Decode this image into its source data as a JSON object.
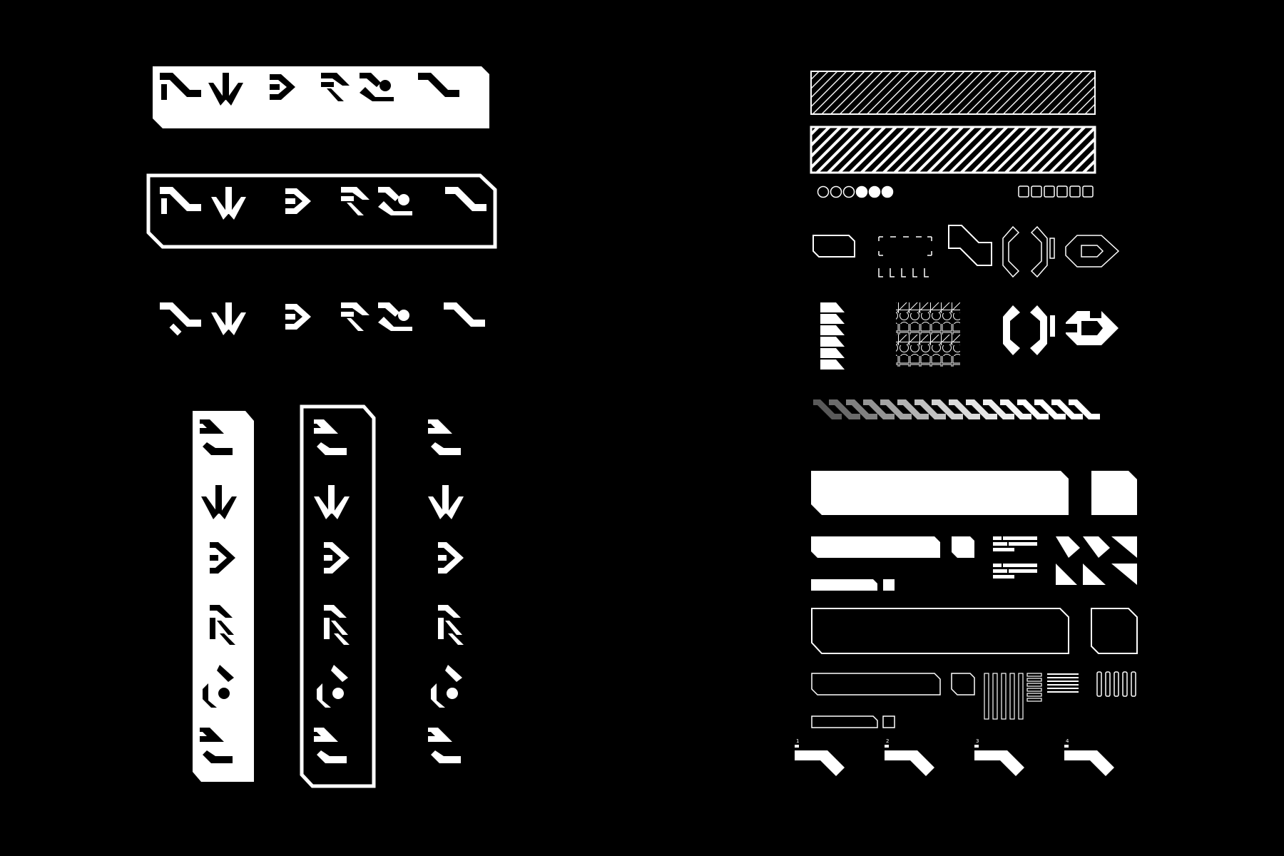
{
  "colors": {
    "background": "#000000",
    "foreground": "#ffffff"
  },
  "glyph_sequence": [
    "angle-step",
    "down-arrow",
    "chevron-right",
    "rake",
    "dot-node",
    "angle-step"
  ],
  "labels": {
    "corner_1": "1",
    "corner_2": "2",
    "corner_3": "3",
    "corner_4": "4"
  }
}
